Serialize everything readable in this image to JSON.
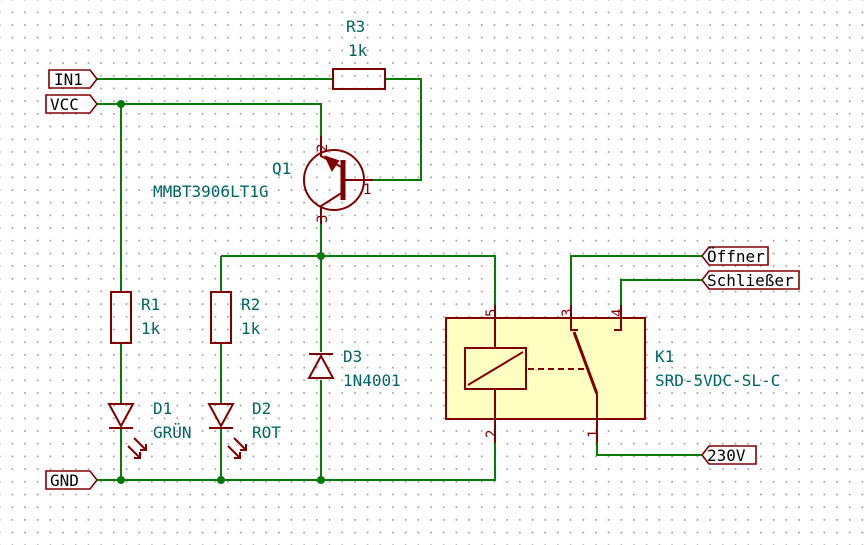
{
  "labels": {
    "in1": "IN1",
    "vcc": "VCC",
    "gnd": "GND",
    "oeffner": "Öffner",
    "schliesser": "Schließer",
    "v230": "230V"
  },
  "components": {
    "r3": {
      "ref": "R3",
      "value": "1k"
    },
    "q1": {
      "ref": "Q1",
      "value": "MMBT3906LT1G",
      "pin1": "1",
      "pin2": "2",
      "pin3": "3"
    },
    "r1": {
      "ref": "R1",
      "value": "1k"
    },
    "r2": {
      "ref": "R2",
      "value": "1k"
    },
    "d1": {
      "ref": "D1",
      "value": "GRÜN"
    },
    "d2": {
      "ref": "D2",
      "value": "ROT"
    },
    "d3": {
      "ref": "D3",
      "value": "1N4001"
    },
    "k1": {
      "ref": "K1",
      "value": "SRD-5VDC-SL-C",
      "pin1": "1",
      "pin2": "2",
      "pin3": "3",
      "pin4": "4",
      "pin5": "5"
    }
  },
  "colors": {
    "wire": "#087a08",
    "symbol": "#800000",
    "reference": "#006464",
    "body_fill": "#ffffc2"
  }
}
